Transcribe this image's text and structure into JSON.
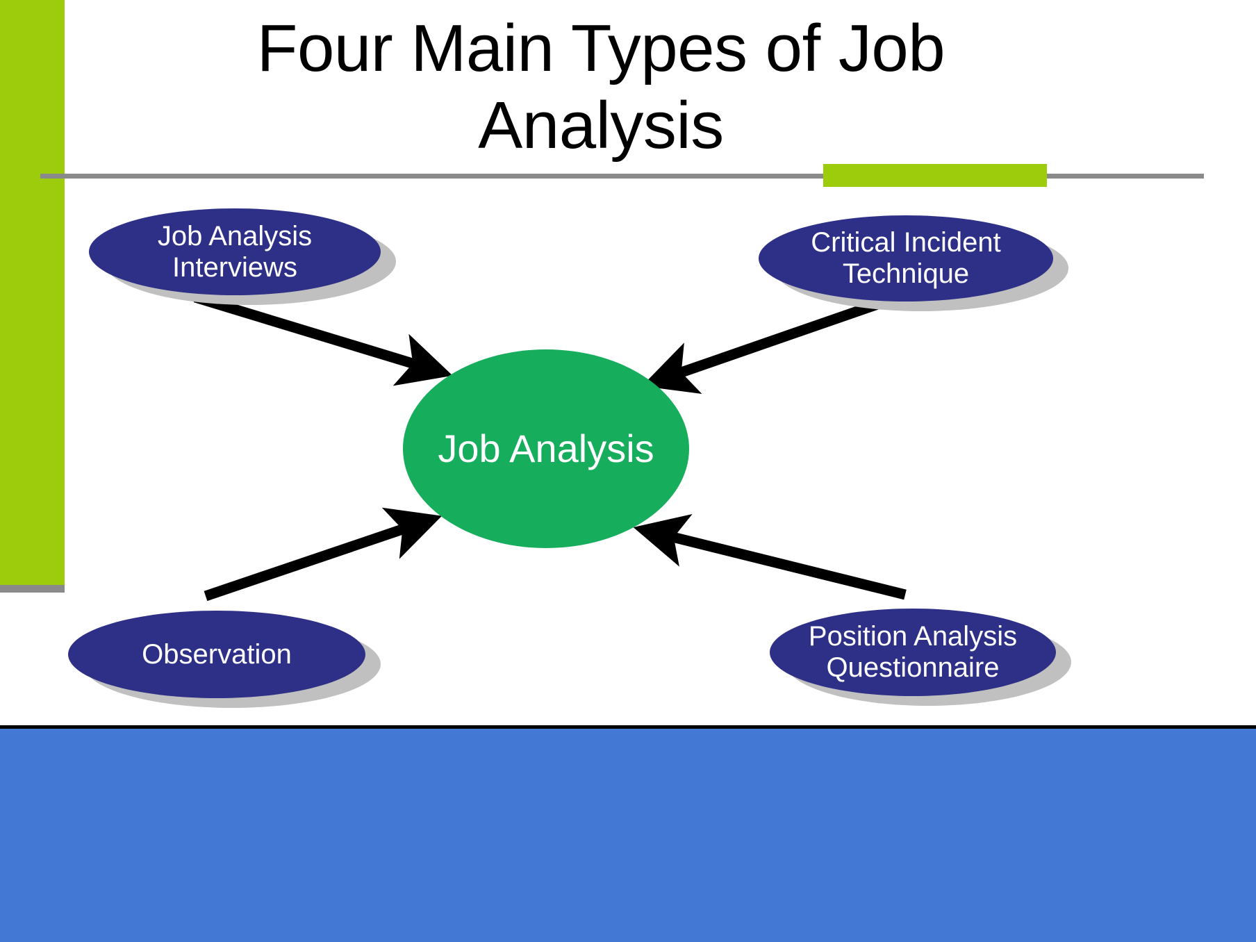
{
  "slide": {
    "title": "Four Main Types of Job Analysis",
    "title_line1": "Four Main Types of Job",
    "title_line2": "Analysis"
  },
  "colors": {
    "accent_green": "#9CCC0B",
    "node_navy": "#2E3087",
    "center_green": "#16AD5C",
    "footer_blue": "#4379D4",
    "rule_gray": "#8A8A8A",
    "shadow_gray": "#C0C0C0",
    "arrow_black": "#000000",
    "text_white": "#FFFFFF",
    "text_black": "#000000"
  },
  "chart_data": {
    "type": "diagram",
    "title": "Four Main Types of Job Analysis",
    "center": {
      "id": "job-analysis",
      "label": "Job Analysis",
      "shape": "ellipse",
      "fill": "#16AD5C",
      "text_color": "#FFFFFF"
    },
    "nodes": [
      {
        "id": "job-analysis-interviews",
        "label": "Job Analysis\nInterviews",
        "label_line1": "Job Analysis",
        "label_line2": "Interviews",
        "position": "top-left",
        "shape": "ellipse",
        "fill": "#2E3087",
        "text_color": "#FFFFFF",
        "arrow_direction": "to-center"
      },
      {
        "id": "critical-incident-technique",
        "label": "Critical Incident\nTechnique",
        "label_line1": "Critical Incident",
        "label_line2": "Technique",
        "position": "top-right",
        "shape": "ellipse",
        "fill": "#2E3087",
        "text_color": "#FFFFFF",
        "arrow_direction": "to-center"
      },
      {
        "id": "observation",
        "label": "Observation",
        "label_line1": "Observation",
        "label_line2": "",
        "position": "bottom-left",
        "shape": "ellipse",
        "fill": "#2E3087",
        "text_color": "#FFFFFF",
        "arrow_direction": "to-center"
      },
      {
        "id": "position-analysis-questionnaire",
        "label": "Position Analysis\nQuestionnaire",
        "label_line1": "Position Analysis",
        "label_line2": "Questionnaire",
        "position": "bottom-right",
        "shape": "ellipse",
        "fill": "#2E3087",
        "text_color": "#FFFFFF",
        "arrow_direction": "to-center"
      }
    ],
    "edges": [
      {
        "from": "job-analysis-interviews",
        "to": "job-analysis",
        "style": "solid-arrow",
        "color": "#000000"
      },
      {
        "from": "critical-incident-technique",
        "to": "job-analysis",
        "style": "solid-arrow",
        "color": "#000000"
      },
      {
        "from": "observation",
        "to": "job-analysis",
        "style": "solid-arrow",
        "color": "#000000"
      },
      {
        "from": "position-analysis-questionnaire",
        "to": "job-analysis",
        "style": "solid-arrow",
        "color": "#000000"
      }
    ]
  }
}
